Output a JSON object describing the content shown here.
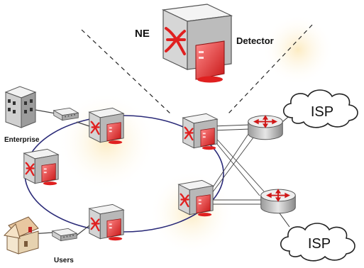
{
  "labels": {
    "ne": "NE",
    "detector": "Detector",
    "enterprise": "Enterprise",
    "users": "Users",
    "isp_top": "ISP",
    "isp_bottom": "ISP"
  },
  "icons": {
    "network_element": "network-element-icon",
    "detector": "detector-icon",
    "router": "router-icon",
    "switch": "switch-icon",
    "building": "building-icon",
    "house": "house-icon",
    "cloud": "cloud-icon"
  },
  "colors": {
    "ring": "#2a2a78",
    "line": "#333333",
    "accent_red": "#e02020",
    "box_face": "#d9d9d9",
    "box_side": "#9a9a9a",
    "box_top": "#f2f2f2",
    "watermark": "#fbe7b8"
  }
}
